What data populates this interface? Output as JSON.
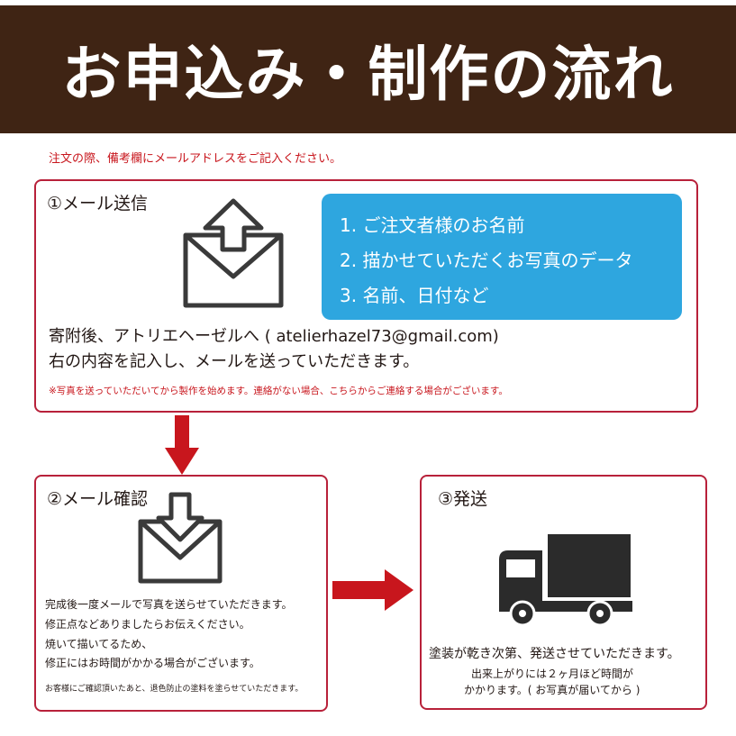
{
  "header": {
    "title": "お申込み・制作の流れ"
  },
  "top_note": "注文の際、備考欄にメールアドレスをご記入ください。",
  "step1": {
    "title": "①メール送信",
    "list": [
      "1. ご注文者様のお名前",
      "2. 描かせていただくお写真のデータ",
      "3. 名前、日付など"
    ],
    "line1": "寄附後、アトリエヘーゼルへ ( atelierhazel73@gmail.com)",
    "line2": "右の内容を記入し、メールを送っていただきます。",
    "note": "※写真を送っていただいてから製作を始めます。連絡がない場合、こちらからご連絡する場合がございます。"
  },
  "step2": {
    "title": "②メール確認",
    "lines": [
      "完成後一度メールで写真を送らせていただきます。",
      "修正点などありましたらお伝えください。",
      "焼いて描いてるため、",
      "修正にはお時間がかかる場合がございます。"
    ],
    "note": "お客様にご確認頂いたあと、退色防止の塗料を塗らせていただきます。"
  },
  "step3": {
    "title": "③発送",
    "line1": "塗装が乾き次第、発送させていただきます。",
    "line2": "出来上がりには２ヶ月ほど時間が",
    "line3": "かかります。( お写真が届いてから )"
  },
  "icons": [
    "mail-upload-icon",
    "mail-download-icon",
    "truck-icon",
    "arrow-down-icon",
    "arrow-right-icon"
  ],
  "colors": {
    "banner": "#3f2414",
    "accent_red": "#c8161d",
    "border": "#b8213a",
    "blue": "#2ea6df"
  }
}
